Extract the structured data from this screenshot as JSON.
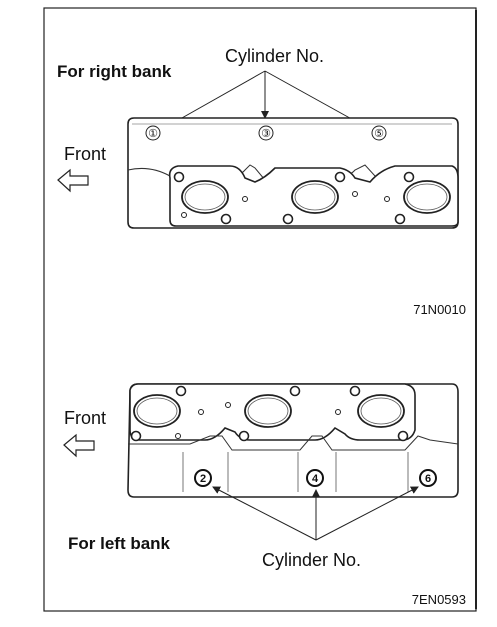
{
  "right_bank": {
    "title": "For right bank",
    "cylinder_label": "Cylinder No.",
    "front_label": "Front",
    "cylinders": [
      "①",
      "③",
      "⑤"
    ],
    "figure_code": "71N0010"
  },
  "left_bank": {
    "title": "For left bank",
    "cylinder_label": "Cylinder No.",
    "front_label": "Front",
    "cylinders": [
      "2",
      "4",
      "6"
    ],
    "figure_code": "7EN0593"
  }
}
